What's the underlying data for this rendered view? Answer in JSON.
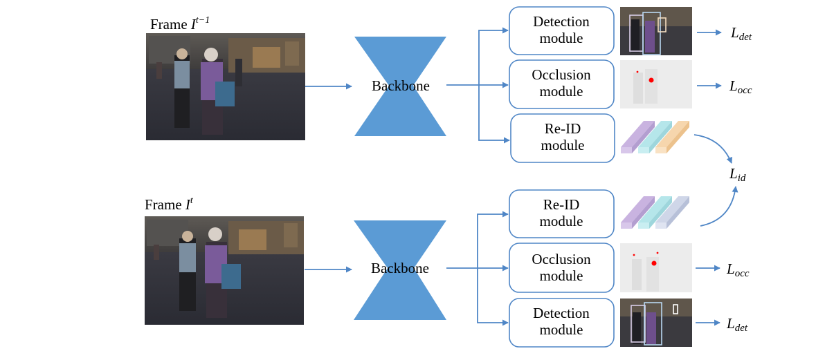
{
  "frames": {
    "previous": {
      "prefix": "Frame ",
      "symbol": "I",
      "superscript": "t−1"
    },
    "current": {
      "prefix": "Frame ",
      "symbol": "I",
      "superscript": "t"
    }
  },
  "backbone": {
    "top_label": "Backbone",
    "bottom_label": "Backbone"
  },
  "top_branch": {
    "detection": [
      "Detection",
      "module"
    ],
    "occlusion": [
      "Occlusion",
      "module"
    ],
    "reid": [
      "Re-ID",
      "module"
    ]
  },
  "bottom_branch": {
    "reid": [
      "Re-ID",
      "module"
    ],
    "occlusion": [
      "Occlusion",
      "module"
    ],
    "detection": [
      "Detection",
      "module"
    ]
  },
  "losses": {
    "det_top": {
      "symbol": "L",
      "sub": "det"
    },
    "occ_top": {
      "symbol": "L",
      "sub": "occ"
    },
    "id": {
      "symbol": "L",
      "sub": "id"
    },
    "occ_bottom": {
      "symbol": "L",
      "sub": "occ"
    },
    "det_bottom": {
      "symbol": "L",
      "sub": "det"
    }
  },
  "colors": {
    "arrow": "#4f86c6",
    "backbone_fill": "#5b9bd5",
    "module_border": "#4f86c6",
    "feature_purple": "#c9b3e0",
    "feature_cyan": "#b5e6ea",
    "feature_orange": "#f6d6ad",
    "feature_gray": "#cfd6e8",
    "occlusion_dot": "#ff0000"
  }
}
